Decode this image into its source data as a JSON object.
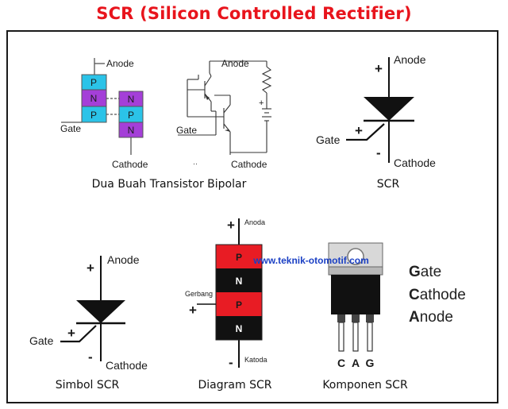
{
  "title": "SCR (Silicon Controlled Rectifier)",
  "layers": {
    "p": "P",
    "n": "N"
  },
  "labels": {
    "anode": "Anode",
    "gate": "Gate",
    "cathode": "Cathode",
    "anoda": "Anoda",
    "katoda": "Katoda",
    "gerbang": "Gerbang",
    "plus": "+",
    "minus": "-",
    "dots": "··"
  },
  "captions": {
    "transistor": "Dua Buah Transistor  Bipolar",
    "scr": "SCR",
    "simbol": "Simbol SCR",
    "diagram": "Diagram SCR",
    "komponen": "Komponen SCR"
  },
  "watermark": "www.teknik-otomotif.com",
  "pins": [
    "C",
    "A",
    "G"
  ],
  "legend": [
    {
      "first": "G",
      "rest": "ate"
    },
    {
      "first": "C",
      "rest": "athode"
    },
    {
      "first": "A",
      "rest": "node"
    }
  ],
  "colors": {
    "title": "#e8141c",
    "p_layer_cyan": "#2bc3e8",
    "n_layer_purple": "#a43fd8",
    "p_layer_red": "#e81c24",
    "n_layer_black": "#111111",
    "watermark": "#1a3fc4"
  }
}
